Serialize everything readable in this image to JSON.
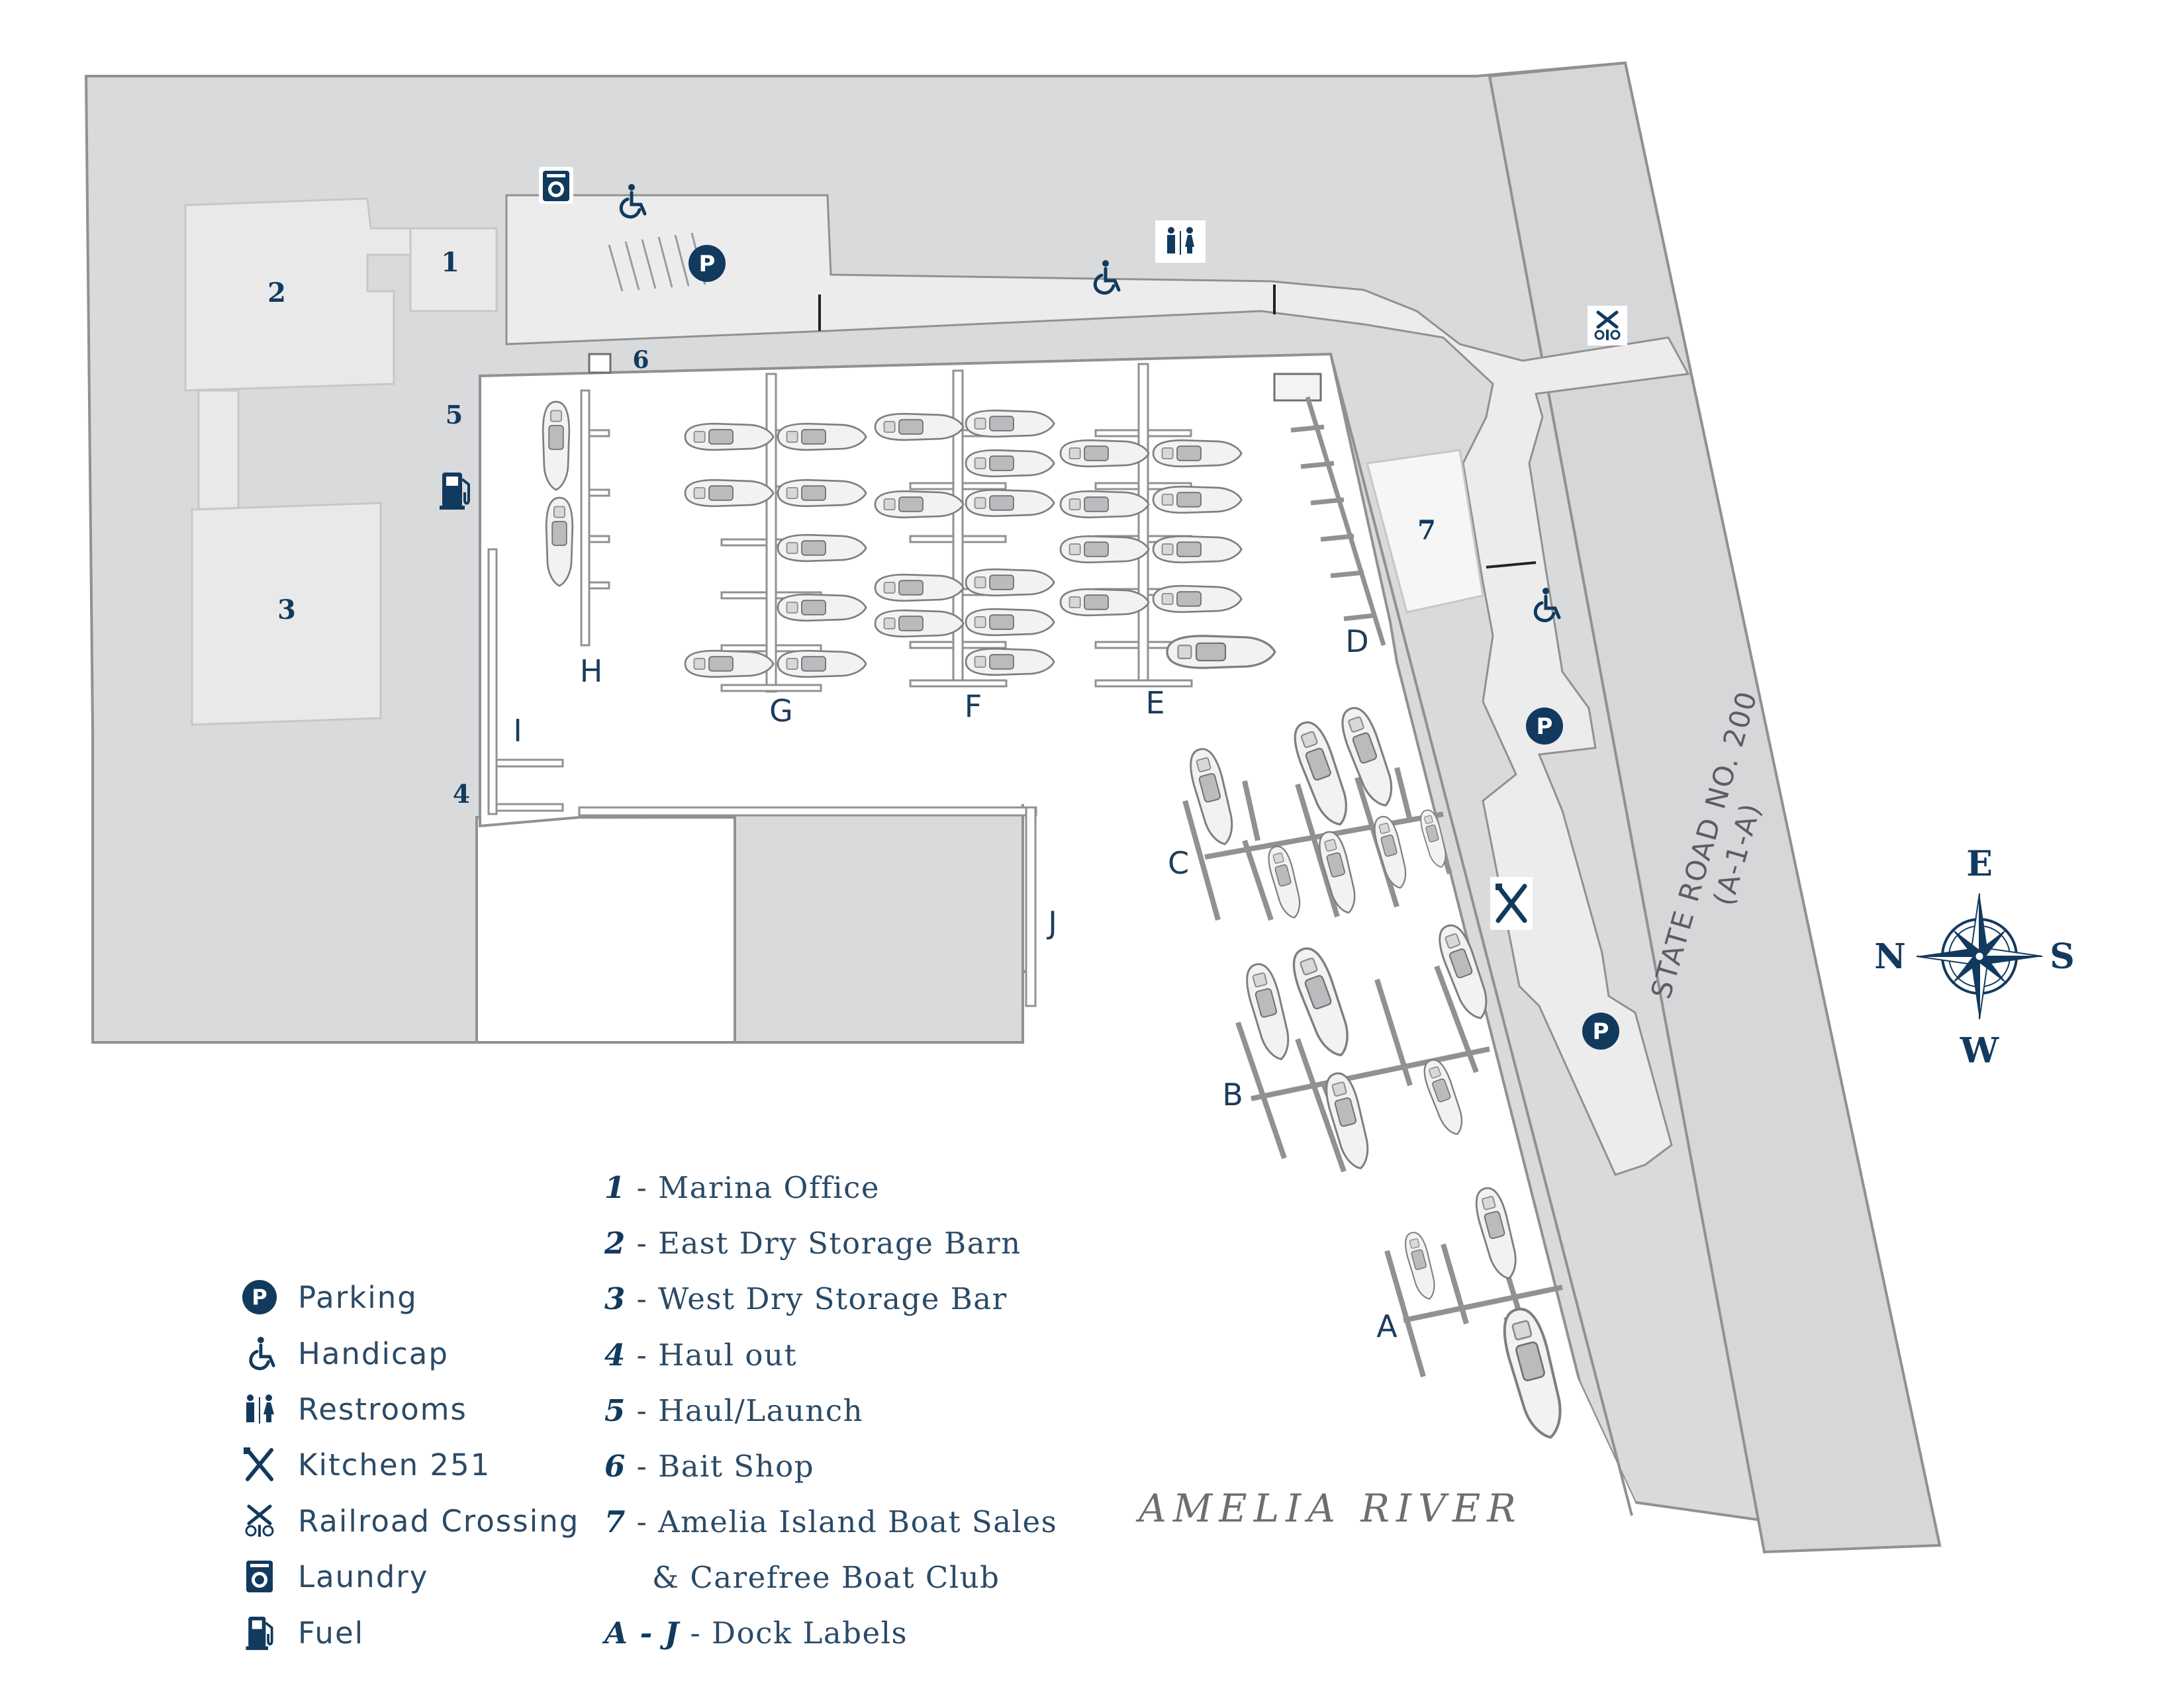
{
  "colors": {
    "land": "#d9dadb",
    "walkway": "#ececec",
    "building": "#e9e9e9",
    "road": "#d3d4d6",
    "water": "#ffffff",
    "dock": "#ffffff",
    "outline": "#8f9193",
    "icon_navy": "#123a5e"
  },
  "map": {
    "building_numbers": [
      "1",
      "2",
      "3",
      "4",
      "5",
      "6",
      "7"
    ],
    "dock_labels": [
      "A",
      "B",
      "C",
      "D",
      "E",
      "F",
      "G",
      "H",
      "I",
      "J"
    ],
    "road_label_line1": "STATE ROAD NO. 200",
    "road_label_line2": "(A-1-A)",
    "river_label": "AMELIA RIVER",
    "parking_letter": "P",
    "icons": [
      "parking-icon",
      "handicap-icon",
      "restrooms-icon",
      "kitchen-icon",
      "railroad-crossing-icon",
      "laundry-icon",
      "fuel-icon"
    ]
  },
  "compass": {
    "north": "N",
    "east": "E",
    "south": "S",
    "west": "W"
  },
  "legend": {
    "items": [
      {
        "icon": "parking-icon",
        "label": "Parking"
      },
      {
        "icon": "handicap-icon",
        "label": "Handicap"
      },
      {
        "icon": "restrooms-icon",
        "label": "Restrooms"
      },
      {
        "icon": "kitchen-icon",
        "label": "Kitchen 251"
      },
      {
        "icon": "railroad-crossing-icon",
        "label": "Railroad Crossing"
      },
      {
        "icon": "laundry-icon",
        "label": "Laundry"
      },
      {
        "icon": "fuel-icon",
        "label": "Fuel"
      }
    ]
  },
  "key": {
    "items": [
      {
        "num": "1",
        "text": " - Marina Office"
      },
      {
        "num": "2",
        "text": " - East Dry Storage Barn"
      },
      {
        "num": "3",
        "text": " - West Dry Storage Bar"
      },
      {
        "num": "4",
        "text": " - Haul out"
      },
      {
        "num": "5",
        "text": " -  Haul/Launch"
      },
      {
        "num": "6",
        "text": " - Bait Shop"
      },
      {
        "num": "7",
        "text": " - Amelia Island Boat Sales"
      },
      {
        "num": "",
        "text": "& Carefree Boat Club"
      },
      {
        "num": "A - J",
        "text": " - Dock Labels"
      }
    ]
  }
}
